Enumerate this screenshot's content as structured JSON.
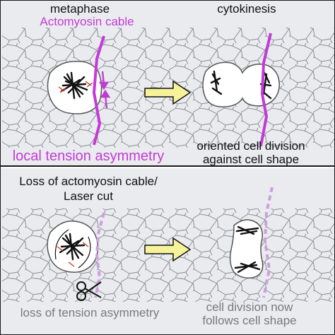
{
  "top_panel": {
    "heading_left": "metaphase",
    "cable_label": "Actomyosin cable",
    "heading_right": "cytokinesis",
    "left_caption": "local tension asymmetry",
    "right_caption_line1": "oriented cell division",
    "right_caption_line2": "against cell shape"
  },
  "bottom_panel": {
    "heading_line1": "Loss of actomyosin cable/",
    "heading_line2": "Laser cut",
    "left_caption": "loss of tension asymmetry",
    "right_caption_line1": "cell division now",
    "right_caption_line2": "follows cell shape"
  },
  "colors": {
    "background": "#e9ebee",
    "cable": "#c43ad6",
    "cable_dashed": "#cf9ee0",
    "arrow_fill": "#f6f29a",
    "cell_mesh": "#8a8f96",
    "chromosome": "#111111",
    "spindle_marks": "#c8361f"
  },
  "icons": {
    "process_arrow": "yellow-arrow-icon",
    "scissors": "scissors-icon",
    "force_arrows": "magenta-arrows-icon"
  }
}
